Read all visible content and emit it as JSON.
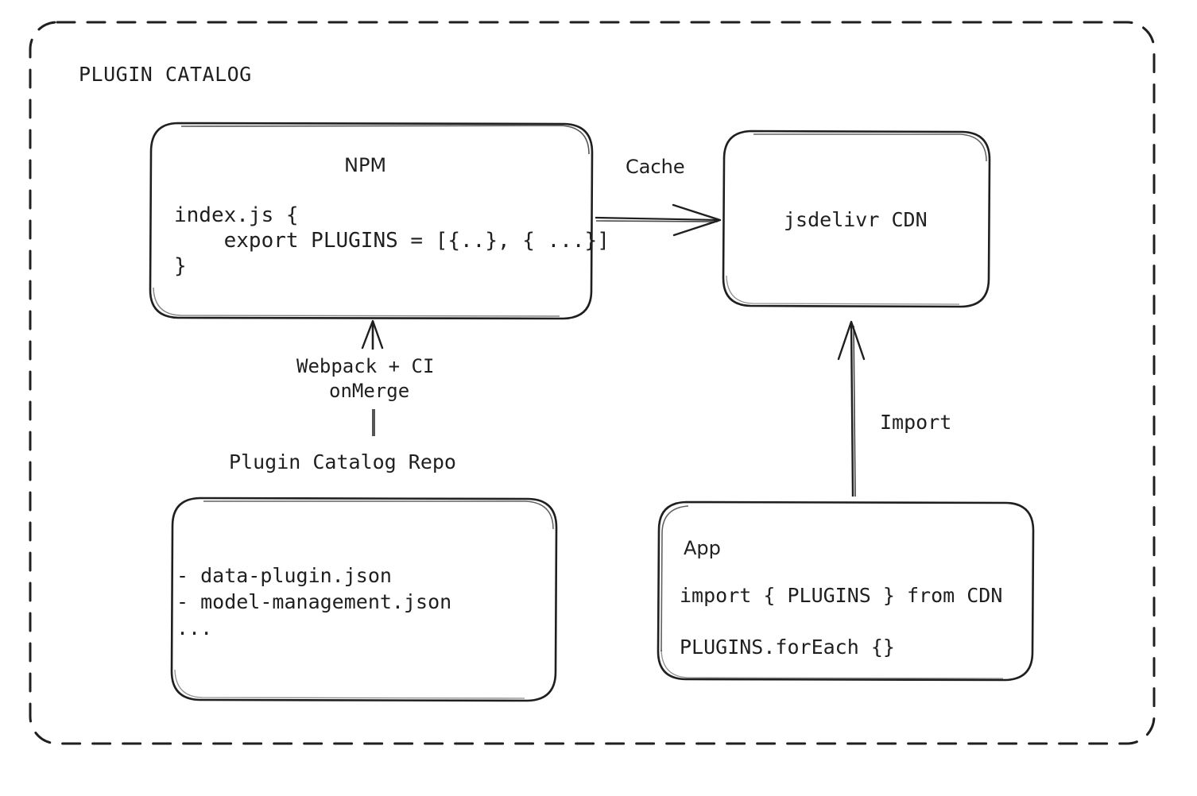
{
  "diagram": {
    "container_title": "PLUGIN CATALOG",
    "background": "#ffffff",
    "stroke": "#1f1f1f"
  },
  "nodes": {
    "npm": {
      "title": "NPM",
      "code_line_1": "index.js {",
      "code_line_2": "    export PLUGINS = [{..}, { ...}]",
      "code_line_3": "}"
    },
    "cdn": {
      "title": "jsdelivr CDN"
    },
    "repo": {
      "label": "Plugin Catalog Repo",
      "item_1": "- data-plugin.json",
      "item_2": "- model-management.json",
      "item_3": "..."
    },
    "app": {
      "title": "App",
      "code_line_1": "import { PLUGINS } from CDN",
      "code_line_2": "PLUGINS.forEach {}"
    }
  },
  "edges": {
    "npm_to_cdn": "Cache",
    "repo_to_npm_line_1": "Webpack + CI",
    "repo_to_npm_line_2": "onMerge",
    "app_to_cdn": "Import"
  }
}
